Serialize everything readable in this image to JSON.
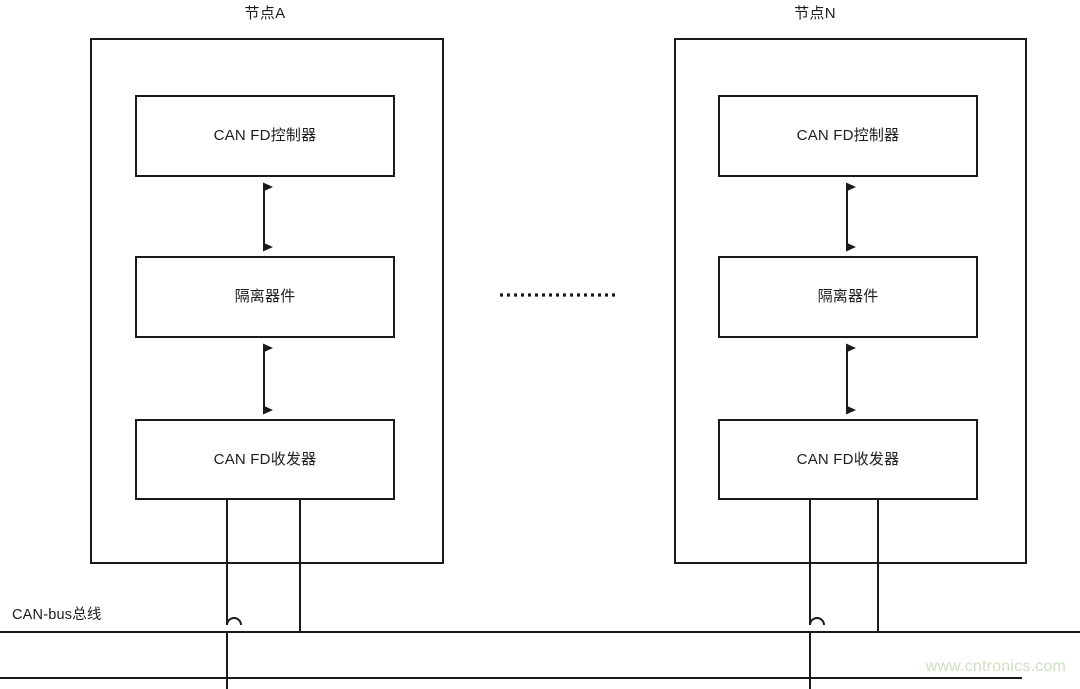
{
  "diagram": {
    "title_visible": false,
    "background_color": "#ffffff",
    "stroke_color": "#1a1a1a",
    "watermark": {
      "text": "www.cntronics.com",
      "color": "#cfe0c2"
    },
    "bus": {
      "label": "CAN-bus总线",
      "line_count": 2
    },
    "separator": {
      "type": "dotted-ellipsis",
      "dot_count": 18,
      "color": "#1a1a1a"
    },
    "nodes": [
      {
        "id": "node-a",
        "title": "节点A",
        "blocks": [
          {
            "id": "controller",
            "label": "CAN FD控制器"
          },
          {
            "id": "isolator",
            "label": "隔离器件"
          },
          {
            "id": "transceiver",
            "label": "CAN FD收发器"
          }
        ],
        "connectors": [
          {
            "from": "controller",
            "to": "isolator",
            "type": "double-arrow"
          },
          {
            "from": "isolator",
            "to": "transceiver",
            "type": "double-arrow"
          }
        ],
        "bus_wires": [
          {
            "id": "can-high",
            "terminates_at": "bus-line-2",
            "crosses_bus_line_1": true
          },
          {
            "id": "can-low",
            "terminates_at": "bus-line-1",
            "crosses_bus_line_1": false
          }
        ]
      },
      {
        "id": "node-n",
        "title": "节点N",
        "blocks": [
          {
            "id": "controller",
            "label": "CAN FD控制器"
          },
          {
            "id": "isolator",
            "label": "隔离器件"
          },
          {
            "id": "transceiver",
            "label": "CAN FD收发器"
          }
        ],
        "connectors": [
          {
            "from": "controller",
            "to": "isolator",
            "type": "double-arrow"
          },
          {
            "from": "isolator",
            "to": "transceiver",
            "type": "double-arrow"
          }
        ],
        "bus_wires": [
          {
            "id": "can-high",
            "terminates_at": "bus-line-2",
            "crosses_bus_line_1": true
          },
          {
            "id": "can-low",
            "terminates_at": "bus-line-1",
            "crosses_bus_line_1": false
          }
        ]
      }
    ]
  }
}
